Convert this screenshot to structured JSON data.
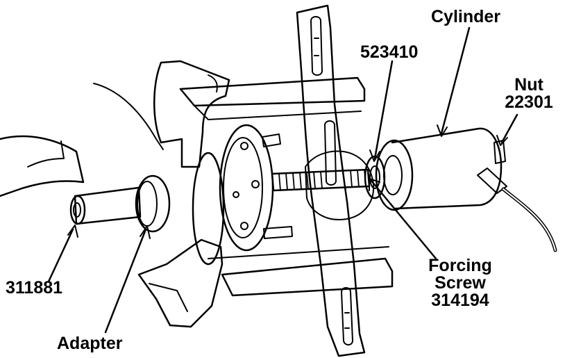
{
  "labels": {
    "cylinder": "Cylinder",
    "nut_line1": "Nut",
    "nut_line2": "22301",
    "part_523410": "523410",
    "part_311881": "311881",
    "forcing_line1": "Forcing",
    "forcing_line2": "Screw",
    "forcing_line3": "314194",
    "adapter": "Adapter"
  },
  "colors": {
    "ink": "#000000",
    "paper": "#ffffff"
  }
}
